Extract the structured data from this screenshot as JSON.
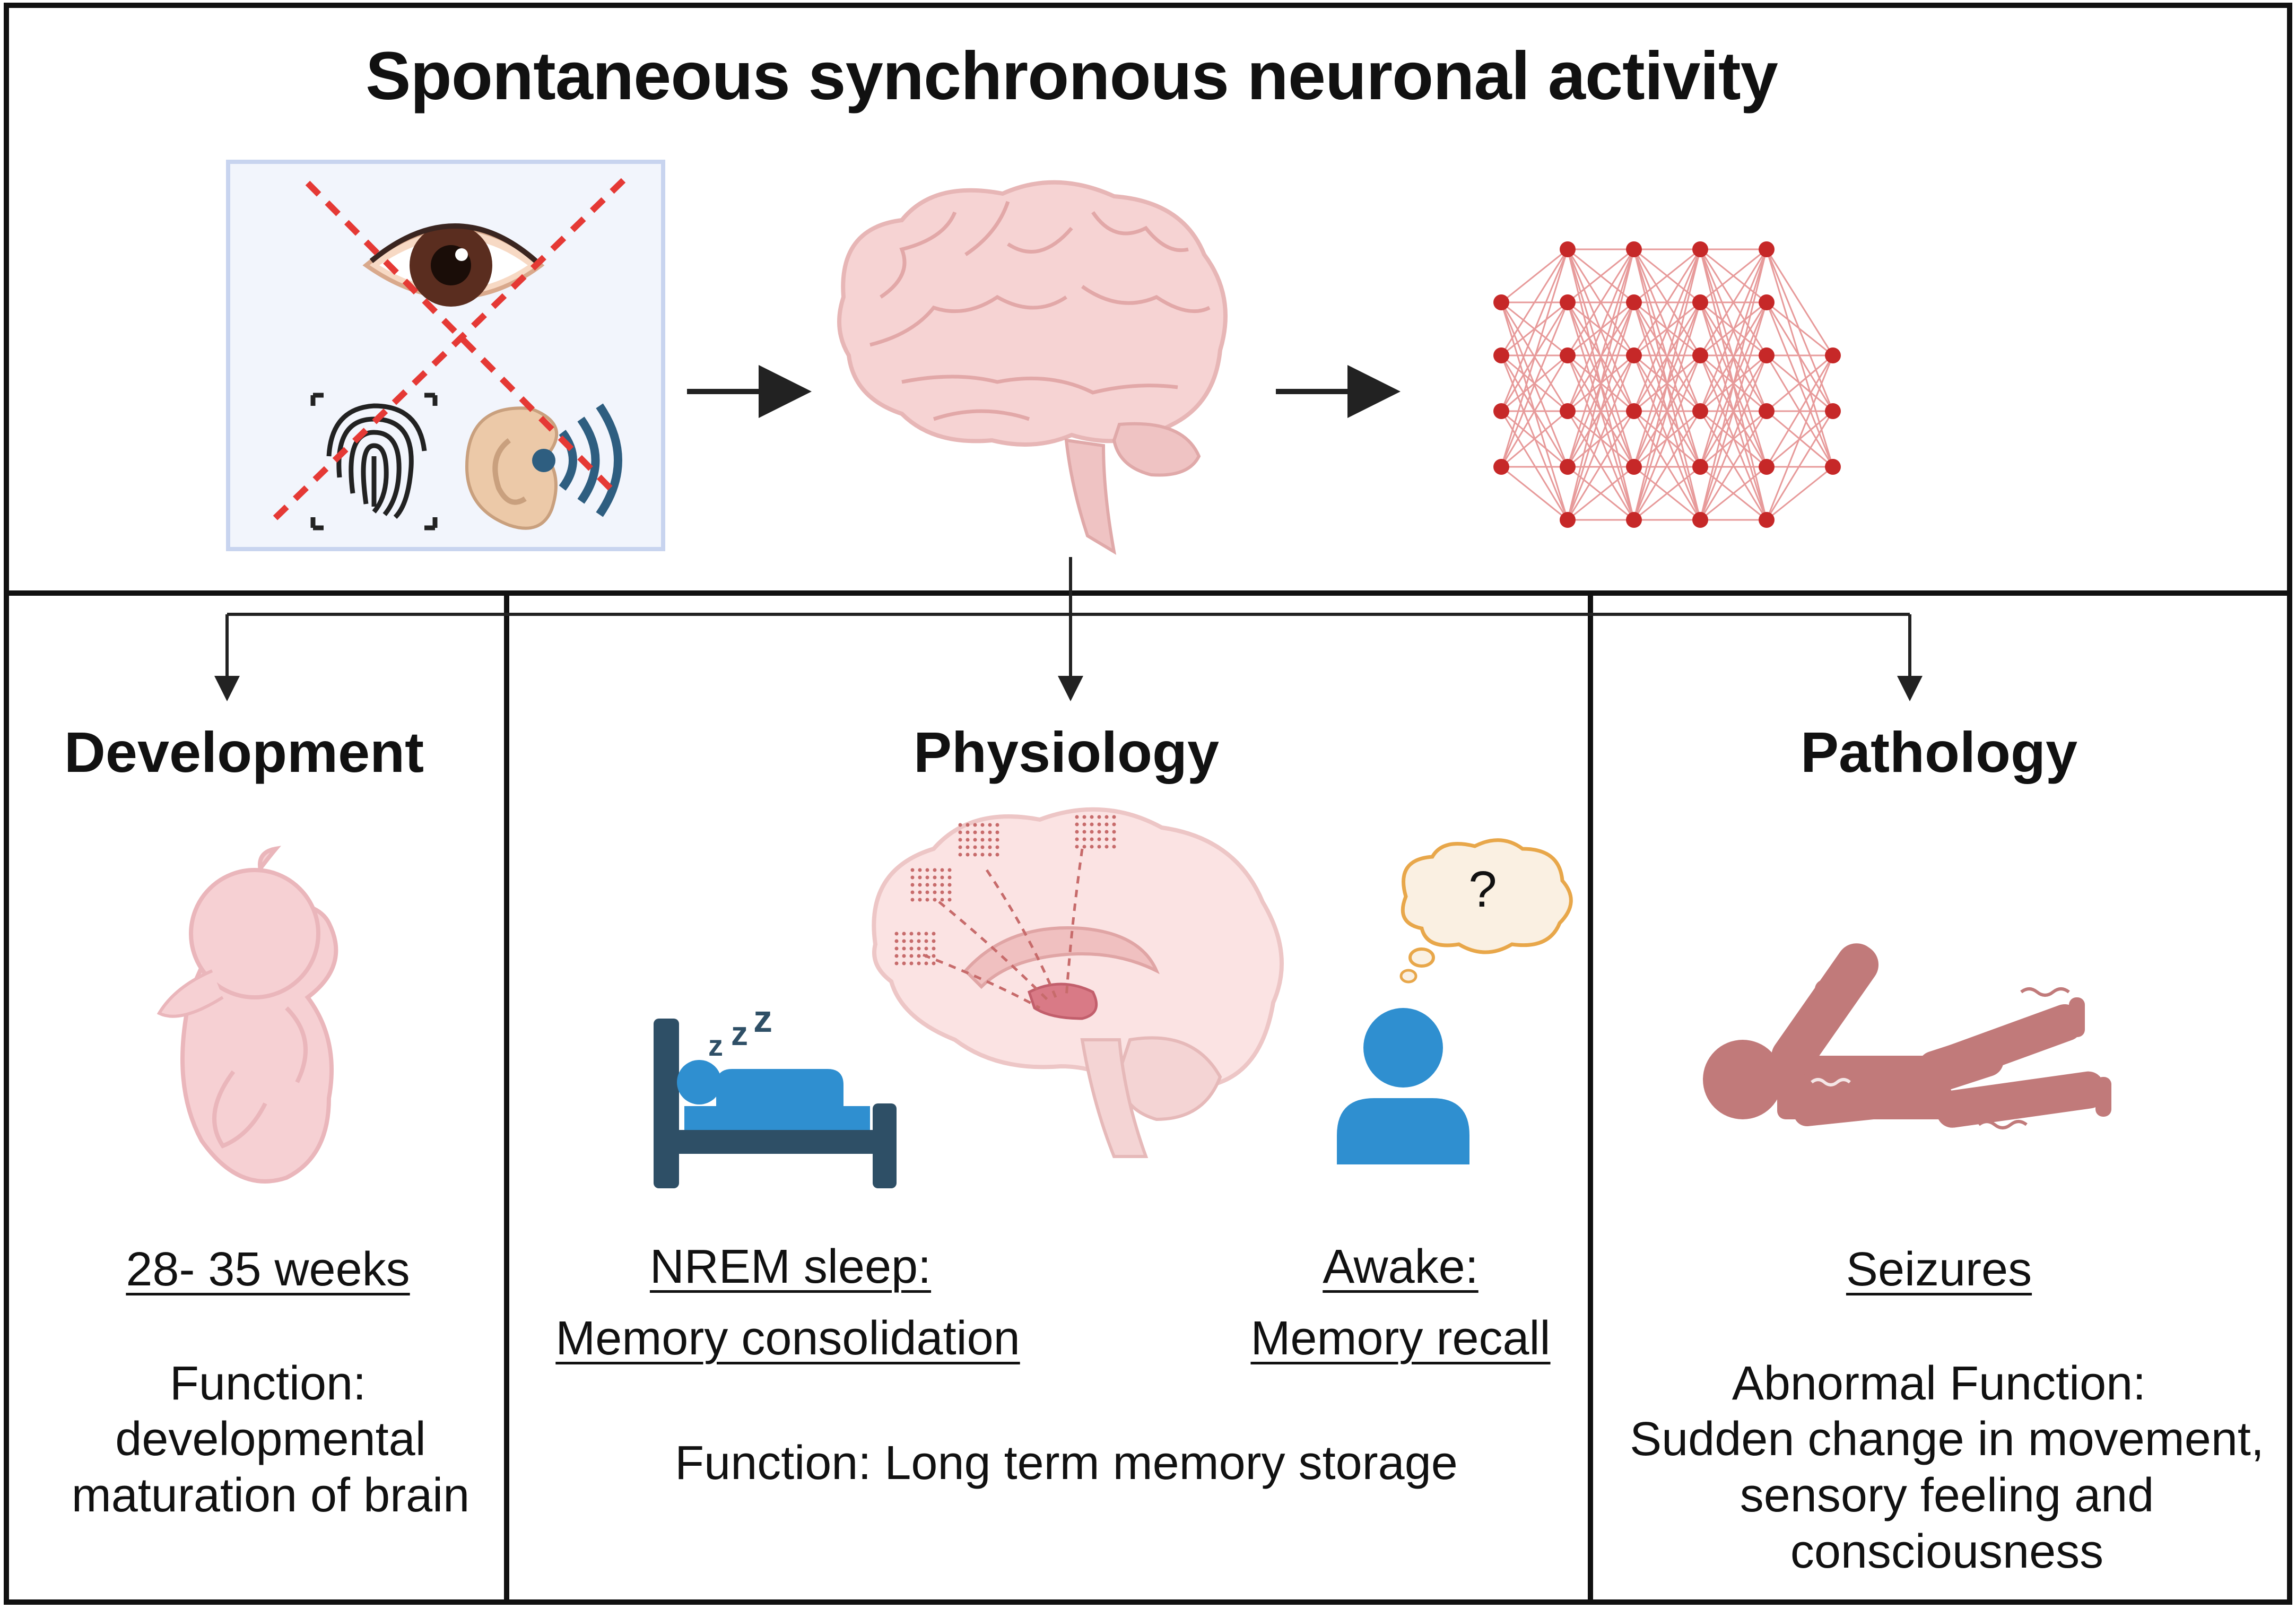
{
  "title": "Spontaneous synchronous neuronal activity",
  "sections": {
    "development": {
      "heading": "Development",
      "period": "28- 35 weeks",
      "function_label": "Function:",
      "function_text": "developmental maturation of brain"
    },
    "physiology": {
      "heading": "Physiology",
      "nrem_label": "NREM sleep:",
      "nrem_text": "Memory consolidation",
      "awake_label": "Awake:",
      "awake_text": "Memory recall",
      "function": "Function: Long term memory storage",
      "thought_mark": "?"
    },
    "pathology": {
      "heading": "Pathology",
      "condition": "Seizures",
      "function_label": "Abnormal Function:",
      "function_text": "Sudden change in movement, sensory feeling and consciousness"
    }
  },
  "icons": {
    "sensory_panel": [
      "eye-icon",
      "fingerprint-icon",
      "ear-icon",
      "red-cross-icon"
    ],
    "brain": "brain-icon",
    "network": "neural-network-icon",
    "fetus": "fetus-icon",
    "sleep": "sleeping-person-icon",
    "brain_section": "brain-sagittal-icon",
    "awake": "person-thinking-icon",
    "seizure": "seizure-figure-icon"
  },
  "colors": {
    "network_red": "#c62828",
    "cross_red": "#e53935",
    "brain_pink": "#f6d3d3",
    "person_blue": "#2f8fd0",
    "bed_dark": "#2e4f66",
    "seizure_mauve": "#c17a7a",
    "panel_blue": "#c8d4ef"
  }
}
